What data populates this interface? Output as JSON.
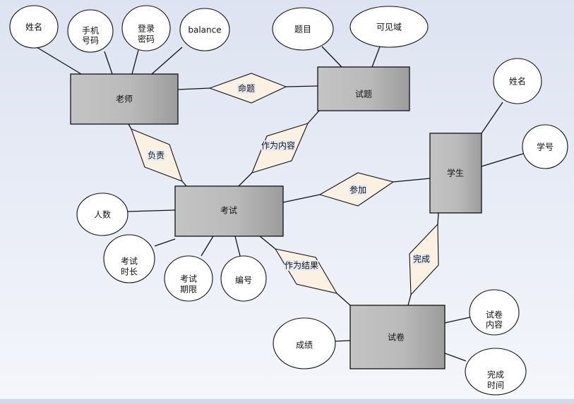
{
  "entities": {
    "teacher": "老师",
    "question": "试题",
    "exam": "考试",
    "student": "学生",
    "paper": "试卷"
  },
  "relationships": {
    "propose": "命题",
    "responsible": "负责",
    "as_content": "作为内容",
    "join": "参加",
    "as_result": "作为结果",
    "complete": "完成"
  },
  "attributes": {
    "teacher_name": "姓名",
    "teacher_phone": [
      "手机",
      "号码"
    ],
    "teacher_password": [
      "登录",
      "密码"
    ],
    "teacher_balance": "balance",
    "question_title": "题目",
    "question_visible": "可见域",
    "student_name": "姓名",
    "student_id": "学号",
    "exam_count": "人数",
    "exam_duration": [
      "考试",
      "时长"
    ],
    "exam_deadline": [
      "考试",
      "期限"
    ],
    "exam_id": "编号",
    "paper_score": "成绩",
    "paper_content": [
      "试卷",
      "内容"
    ],
    "paper_time": [
      "完成",
      "时间"
    ]
  },
  "colors": {
    "entity_fill": "#b8b8b8",
    "relationship_fill": "#fbf1e2",
    "attribute_fill": "#ffffff",
    "background": "#e3e8f3"
  }
}
